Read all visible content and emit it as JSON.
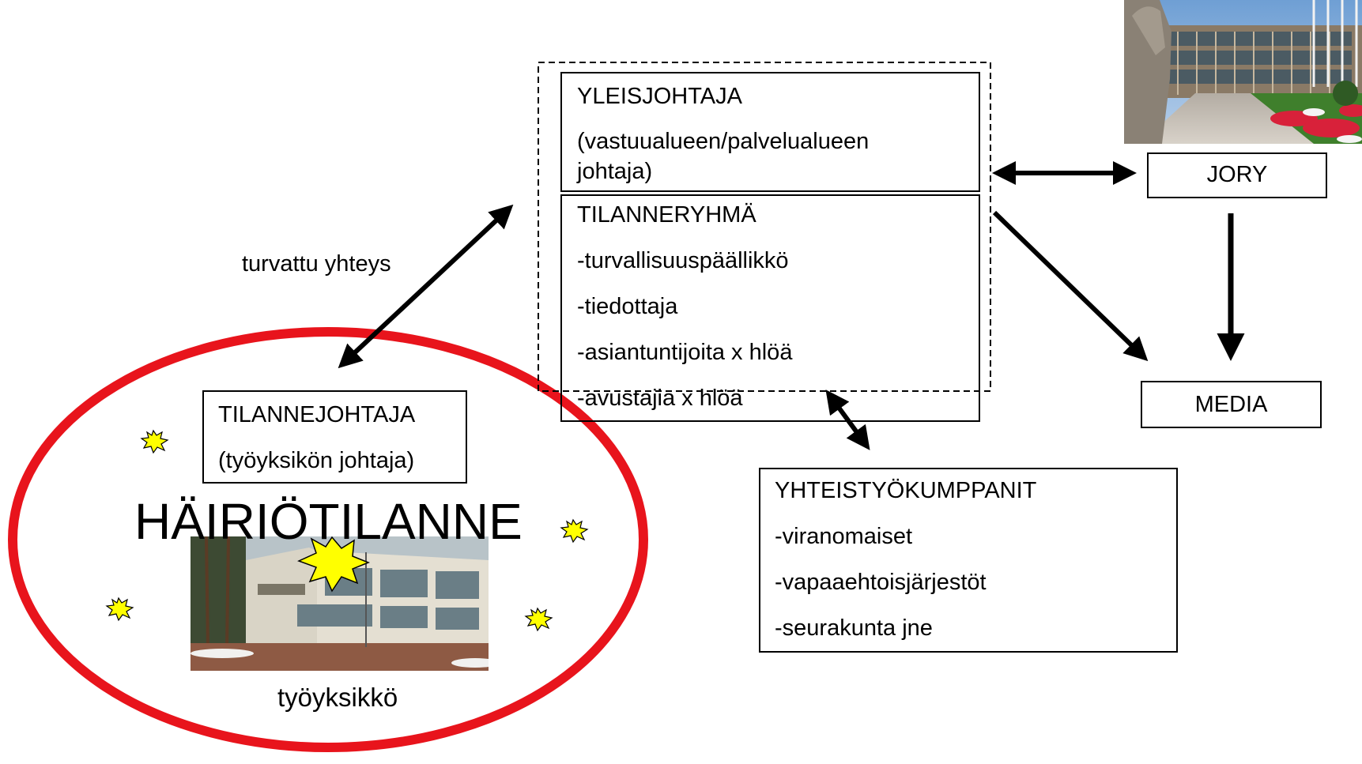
{
  "yleisjohtaja": {
    "title": "YLEISJOHTAJA",
    "subtitle_line1": "(vastuualueen/palvelualueen",
    "subtitle_line2": "johtaja)"
  },
  "tilanneryhma": {
    "title": "TILANNERYHMÄ",
    "members": [
      "-turvallisuuspäällikkö",
      "-tiedottaja",
      "-asiantuntijoita x hlöä",
      "-avustajia x hlöä"
    ]
  },
  "jory": {
    "label": "JORY"
  },
  "media": {
    "label": "MEDIA"
  },
  "yhteistyokumppanit": {
    "title": "YHTEISTYÖKUMPPANIT",
    "members": [
      "-viranomaiset",
      "-vapaaehtoisjärjestöt",
      "-seurakunta jne"
    ]
  },
  "tilannejohtaja": {
    "title": "TILANNEJOHTAJA",
    "subtitle": "(työyksikön johtaja)"
  },
  "connection_label": "turvattu yhteys",
  "incident_label": "HÄIRIÖTILANNE",
  "unit_label": "työyksikkö",
  "colors": {
    "ellipse": "#e8141c",
    "burst_fill": "#ffff00",
    "burst_stroke": "#000000"
  }
}
